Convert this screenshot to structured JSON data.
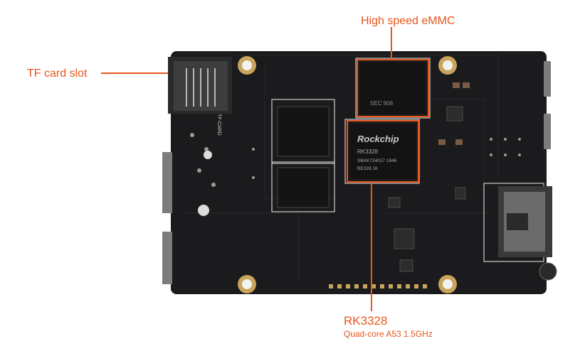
{
  "colors": {
    "accent": "#e8561c",
    "board": "#1b1b1d",
    "highlight": "#e8561c"
  },
  "annotations": {
    "tf_card_slot": "TF card slot",
    "emmc": "High speed eMMC",
    "soc_name": "RK3328",
    "soc_desc": "Quad-core A53 1.5GHz"
  },
  "board_markings": {
    "tf_card_silk": "TF-CARD",
    "soc_brand": "Rockchip",
    "soc_model": "RK3328",
    "soc_code1": "SBAK724017 1846",
    "soc_code2": "BE328.16",
    "emmc_marking": "SEC 908"
  }
}
